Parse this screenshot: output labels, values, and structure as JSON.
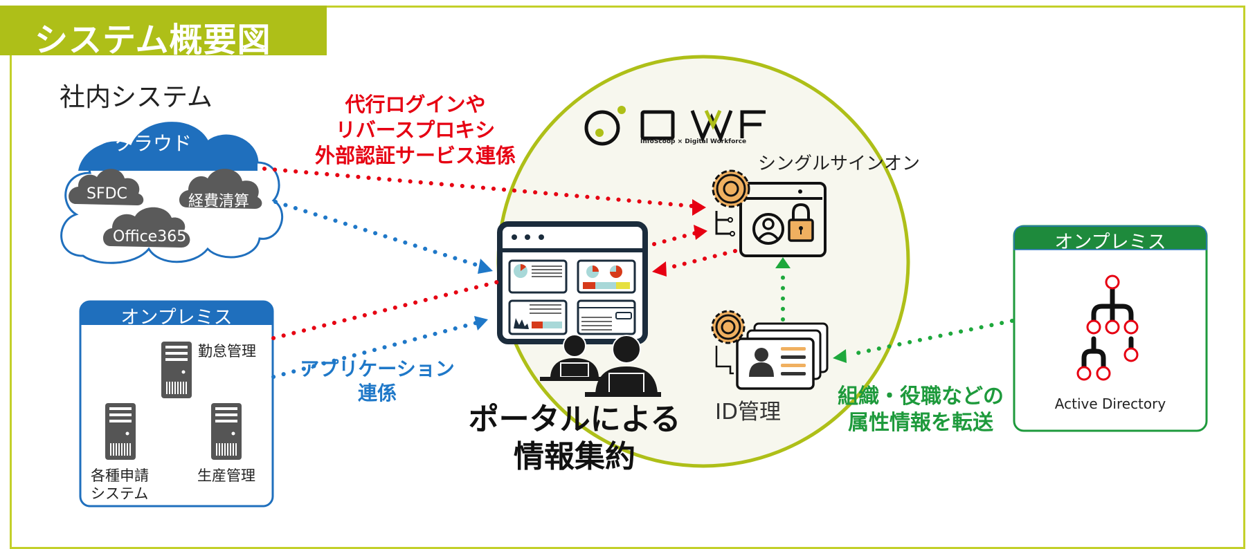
{
  "title": "システム概要図",
  "internal_systems": {
    "label": "社内システム",
    "cloud": {
      "header": "クラウド",
      "services": [
        "SFDC",
        "経費清算",
        "Office365"
      ]
    },
    "onprem": {
      "header": "オンプレミス",
      "servers": [
        "勤怠管理",
        "各種申請\nシステム",
        "生産管理"
      ],
      "servers_line1": [
        "勤怠管理",
        "各種申請",
        "生産管理"
      ],
      "servers_line2": [
        "",
        "システム",
        ""
      ]
    }
  },
  "connections": {
    "sso_link": [
      "代行ログインや",
      "リバースプロキシ",
      "外部認証サービス連係"
    ],
    "app_link": [
      "アプリケーション",
      "連係"
    ],
    "attr_transfer": [
      "組織・役職などの",
      "属性情報を転送"
    ]
  },
  "dwf": {
    "logo_text": "DWF",
    "logo_subtitle": "InfoScoop × Digital Workforce",
    "sso_label": "シングルサインオン",
    "id_label": "ID管理",
    "portal_label": [
      "ポータルによる",
      "情報集約"
    ]
  },
  "external": {
    "header": "オンプレミス",
    "ad_label": "Active Directory"
  },
  "colors": {
    "frame": "#c3d02a",
    "title_bg": "#aebf18",
    "red": "#e60012",
    "blue": "#1f78c8",
    "green": "#1e9a3c",
    "gear": "#f0b060",
    "circle_fill": "#f7f7ee",
    "circle_stroke": "#aebf18"
  }
}
